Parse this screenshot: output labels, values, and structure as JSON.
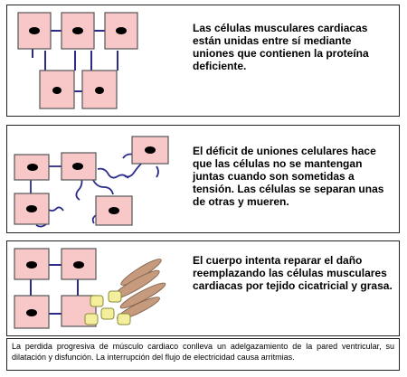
{
  "panels": [
    {
      "text": "Las células musculares cardiacas están unidas entre sí mediante uniones que contienen la proteína deficiente."
    },
    {
      "text": "El déficit de uniones celulares hace que las células no se mantengan juntas cuando son sometidas a tensión. Las células se separan unas de otras y mueren."
    },
    {
      "text": "El cuerpo intenta reparar el daño reemplazando las células musculares cardiacas por tejido cicatricial y grasa."
    }
  ],
  "caption": "La perdida progresiva de músculo cardiaco conlleva un adelgazamiento de la pared ventricular, su dilatación y disfunción. La interrupción del flujo de electricidad causa arritmias.",
  "colors": {
    "cell_fill": "#f8c8c8",
    "cell_border": "#555555",
    "nucleus": "#000000",
    "junction": "#2b2b8c",
    "fat": "#f4ef9c",
    "scar": "#c69a7c"
  }
}
